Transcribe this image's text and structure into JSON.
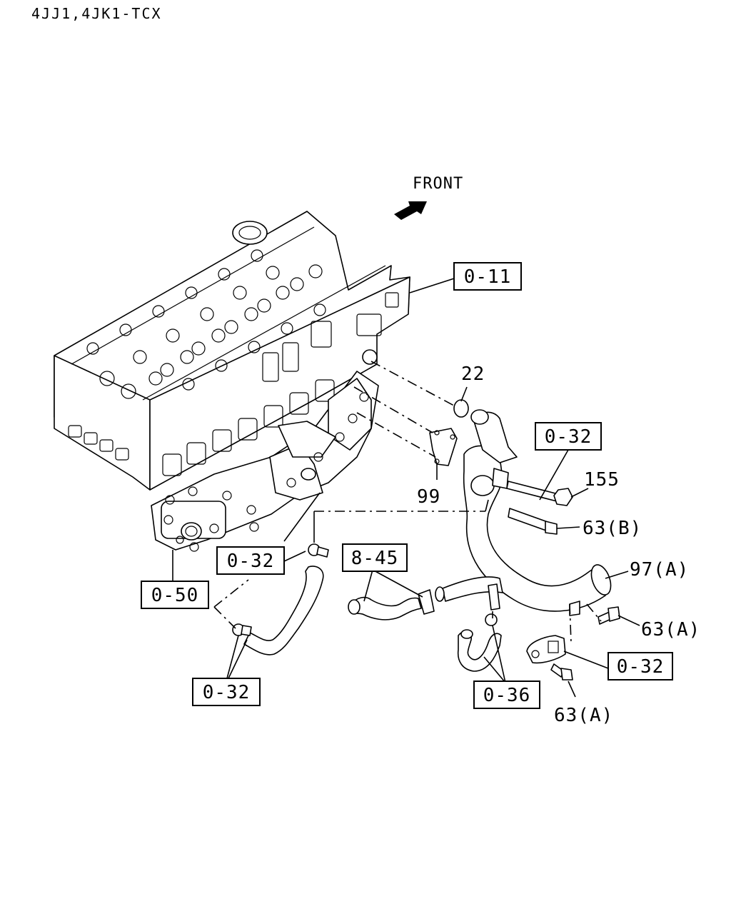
{
  "header": {
    "model_label": "4JJ1,4JK1-TCX"
  },
  "direction": {
    "label": "FRONT"
  },
  "ref_boxes": {
    "cylinder_head": "0-11",
    "top_right": "0-32",
    "left_mid": "0-32",
    "bottom_left": "0-32",
    "bottom_right": "0-32",
    "manifold": "0-50",
    "hose": "8-45",
    "small_hose": "0-36"
  },
  "part_numbers": {
    "o_ring": "22",
    "gasket": "99",
    "nut": "155",
    "bolt_b": "63(B)",
    "pipe": "97(A)",
    "bolt_a_right": "63(A)",
    "bolt_a_bottom": "63(A)"
  }
}
